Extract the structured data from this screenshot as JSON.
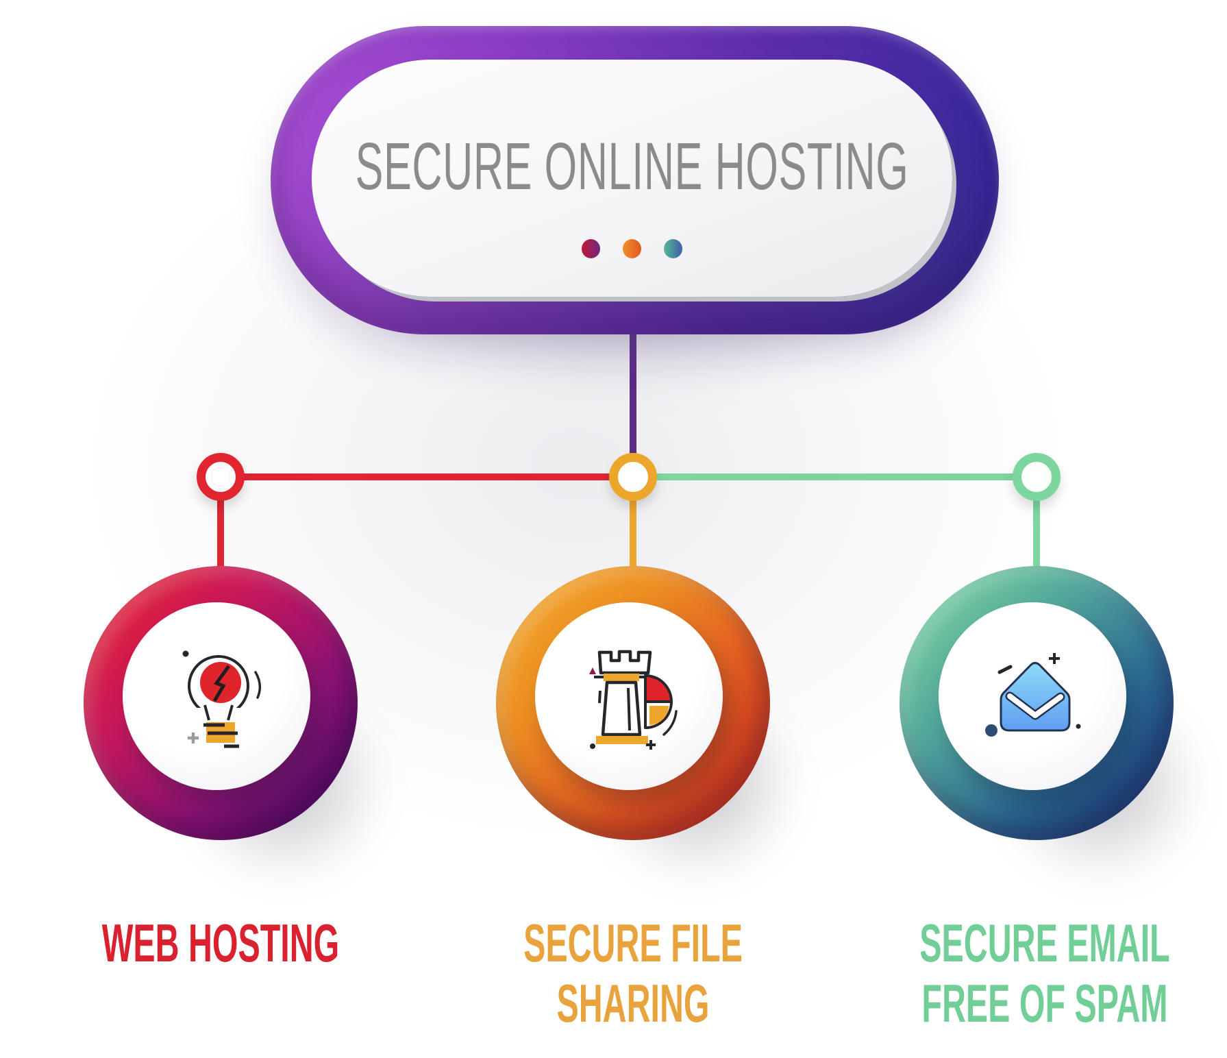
{
  "header": {
    "title": "SECURE ONLINE HOSTING",
    "title_color": "#8b8b8b",
    "capsule_gradient": [
      "#a84ed2",
      "#35299c"
    ],
    "dots": [
      {
        "name": "maroon-dot",
        "gradient": [
          "#c21532",
          "#6f2a81"
        ]
      },
      {
        "name": "orange-dot",
        "gradient": [
          "#f08d28",
          "#e25722"
        ]
      },
      {
        "name": "teal-dot",
        "gradient": [
          "#57b795",
          "#3b60a9"
        ]
      }
    ]
  },
  "connectors": {
    "trunk_color": "#5a2c84",
    "left_line_color": "#e02531",
    "right_line_color": "#7dd69d"
  },
  "branches": [
    {
      "label_lines": [
        "WEB HOSTING",
        ""
      ],
      "label_color": "#d92130",
      "node_color": "#e02531",
      "ring_gradient": [
        "#ea2420",
        "#c9185a",
        "#8e1378",
        "#470c72"
      ],
      "icon": "lightbulb-energy-icon"
    },
    {
      "label_lines": [
        "SECURE FILE",
        "SHARING"
      ],
      "label_color": "#e9a33c",
      "node_color": "#eda62c",
      "ring_gradient": [
        "#f2ab27",
        "#ec8c22",
        "#e65722",
        "#e03022"
      ],
      "icon": "chess-rook-pie-chart-icon"
    },
    {
      "label_lines": [
        "SECURE EMAIL",
        "FREE OF SPAM"
      ],
      "label_color": "#72ce97",
      "node_color": "#7dd69d",
      "ring_gradient": [
        "#84da9f",
        "#55ab9b",
        "#2b6b97",
        "#1a3a84"
      ],
      "icon": "open-envelope-icon"
    }
  ]
}
